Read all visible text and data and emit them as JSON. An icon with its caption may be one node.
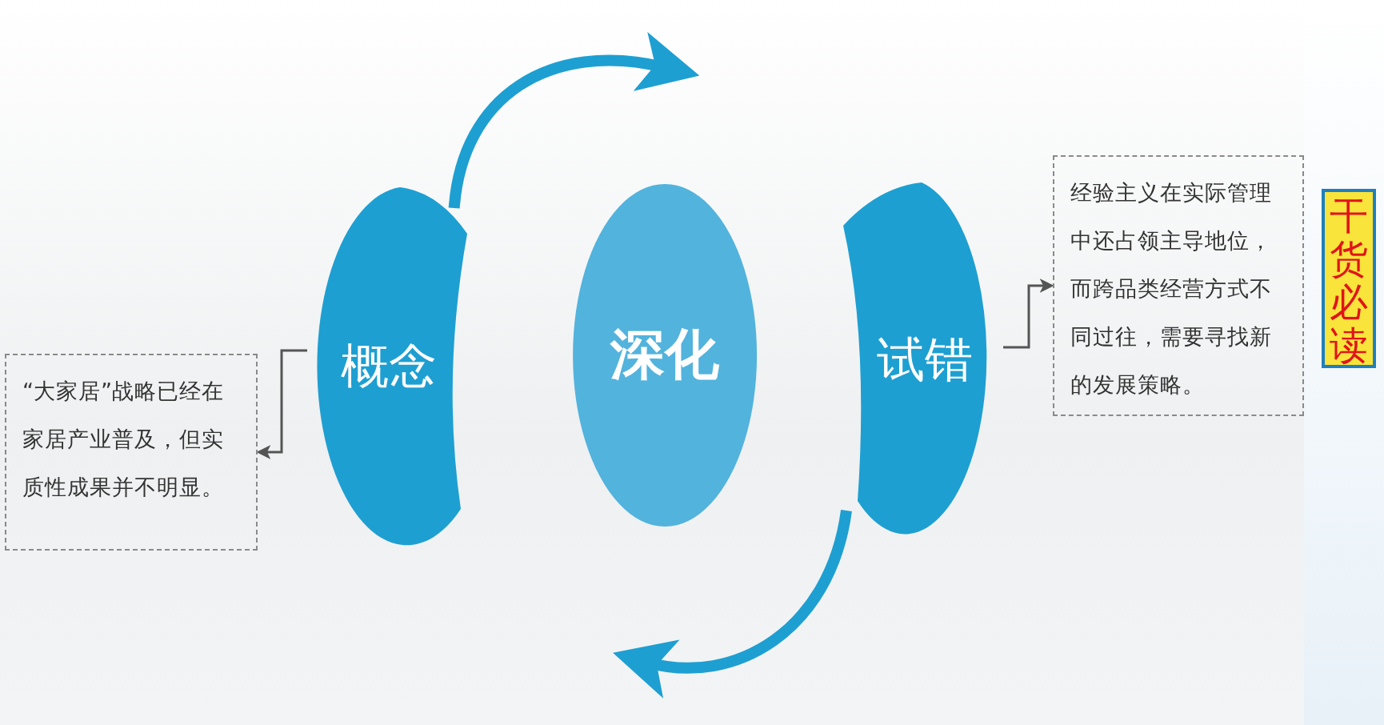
{
  "diagram": {
    "nodes": [
      {
        "text": [
          "概念"
        ]
      },
      {
        "text": [
          "深化"
        ]
      },
      {
        "text": [
          "试错"
        ]
      },
      {
        "text": [
          "“大家居”战略已经在家居产业普及，但实质性成果并不明显。"
        ]
      },
      {
        "text": [
          "经验主义在实际管理中还占领主导地位，而跨品类经营方式不同过往，需要寻找新的发展策略。"
        ]
      }
    ],
    "edges": [
      {
        "from": 0,
        "to": 3,
        "arrow": "to"
      },
      {
        "from": 2,
        "to": 4,
        "arrow": "to"
      },
      {
        "from": 0,
        "to": null,
        "arrow": "to",
        "style": "thick",
        "color": "#1e9fd2"
      },
      {
        "from": 2,
        "to": null,
        "arrow": "to",
        "style": "thick",
        "color": "#1e9fd2"
      }
    ],
    "labels": [
      "干货必读"
    ]
  }
}
